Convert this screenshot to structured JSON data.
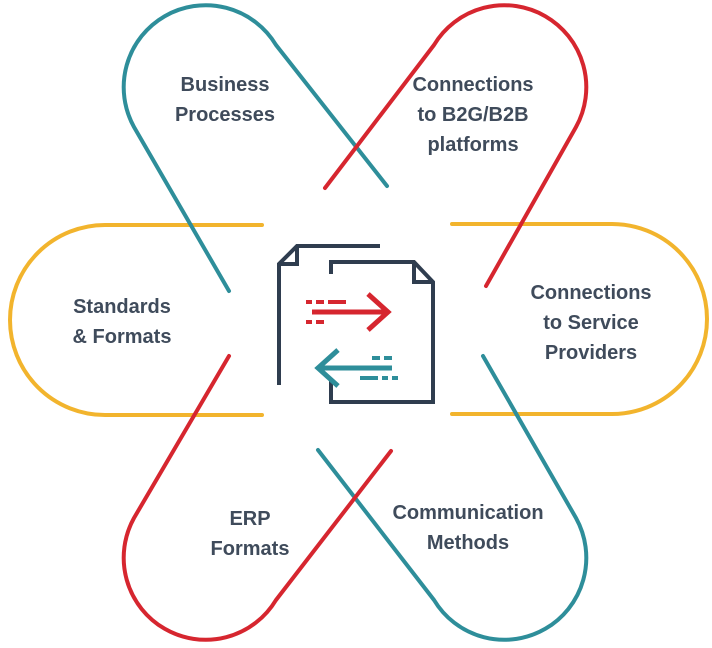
{
  "colors": {
    "teal": "#2e8e9a",
    "red": "#d6262f",
    "yellow": "#f2b42d",
    "text": "#3f4b5b",
    "icon_dark": "#2f3d4f"
  },
  "icon": {
    "name": "document-exchange-icon"
  },
  "petals": [
    {
      "id": "business-processes",
      "color": "teal",
      "lines": [
        "Business",
        "Processes"
      ]
    },
    {
      "id": "connections-b2g-b2b",
      "color": "red",
      "lines": [
        "Connections",
        "to B2G/B2B",
        "platforms"
      ]
    },
    {
      "id": "standards-formats",
      "color": "yellow",
      "lines": [
        "Standards",
        "& Formats"
      ]
    },
    {
      "id": "connections-service-providers",
      "color": "yellow",
      "lines": [
        "Connections",
        "to Service",
        "Providers"
      ]
    },
    {
      "id": "erp-formats",
      "color": "red",
      "lines": [
        "ERP",
        "Formats"
      ]
    },
    {
      "id": "communication-methods",
      "color": "teal",
      "lines": [
        "Communication",
        "Methods"
      ]
    }
  ]
}
